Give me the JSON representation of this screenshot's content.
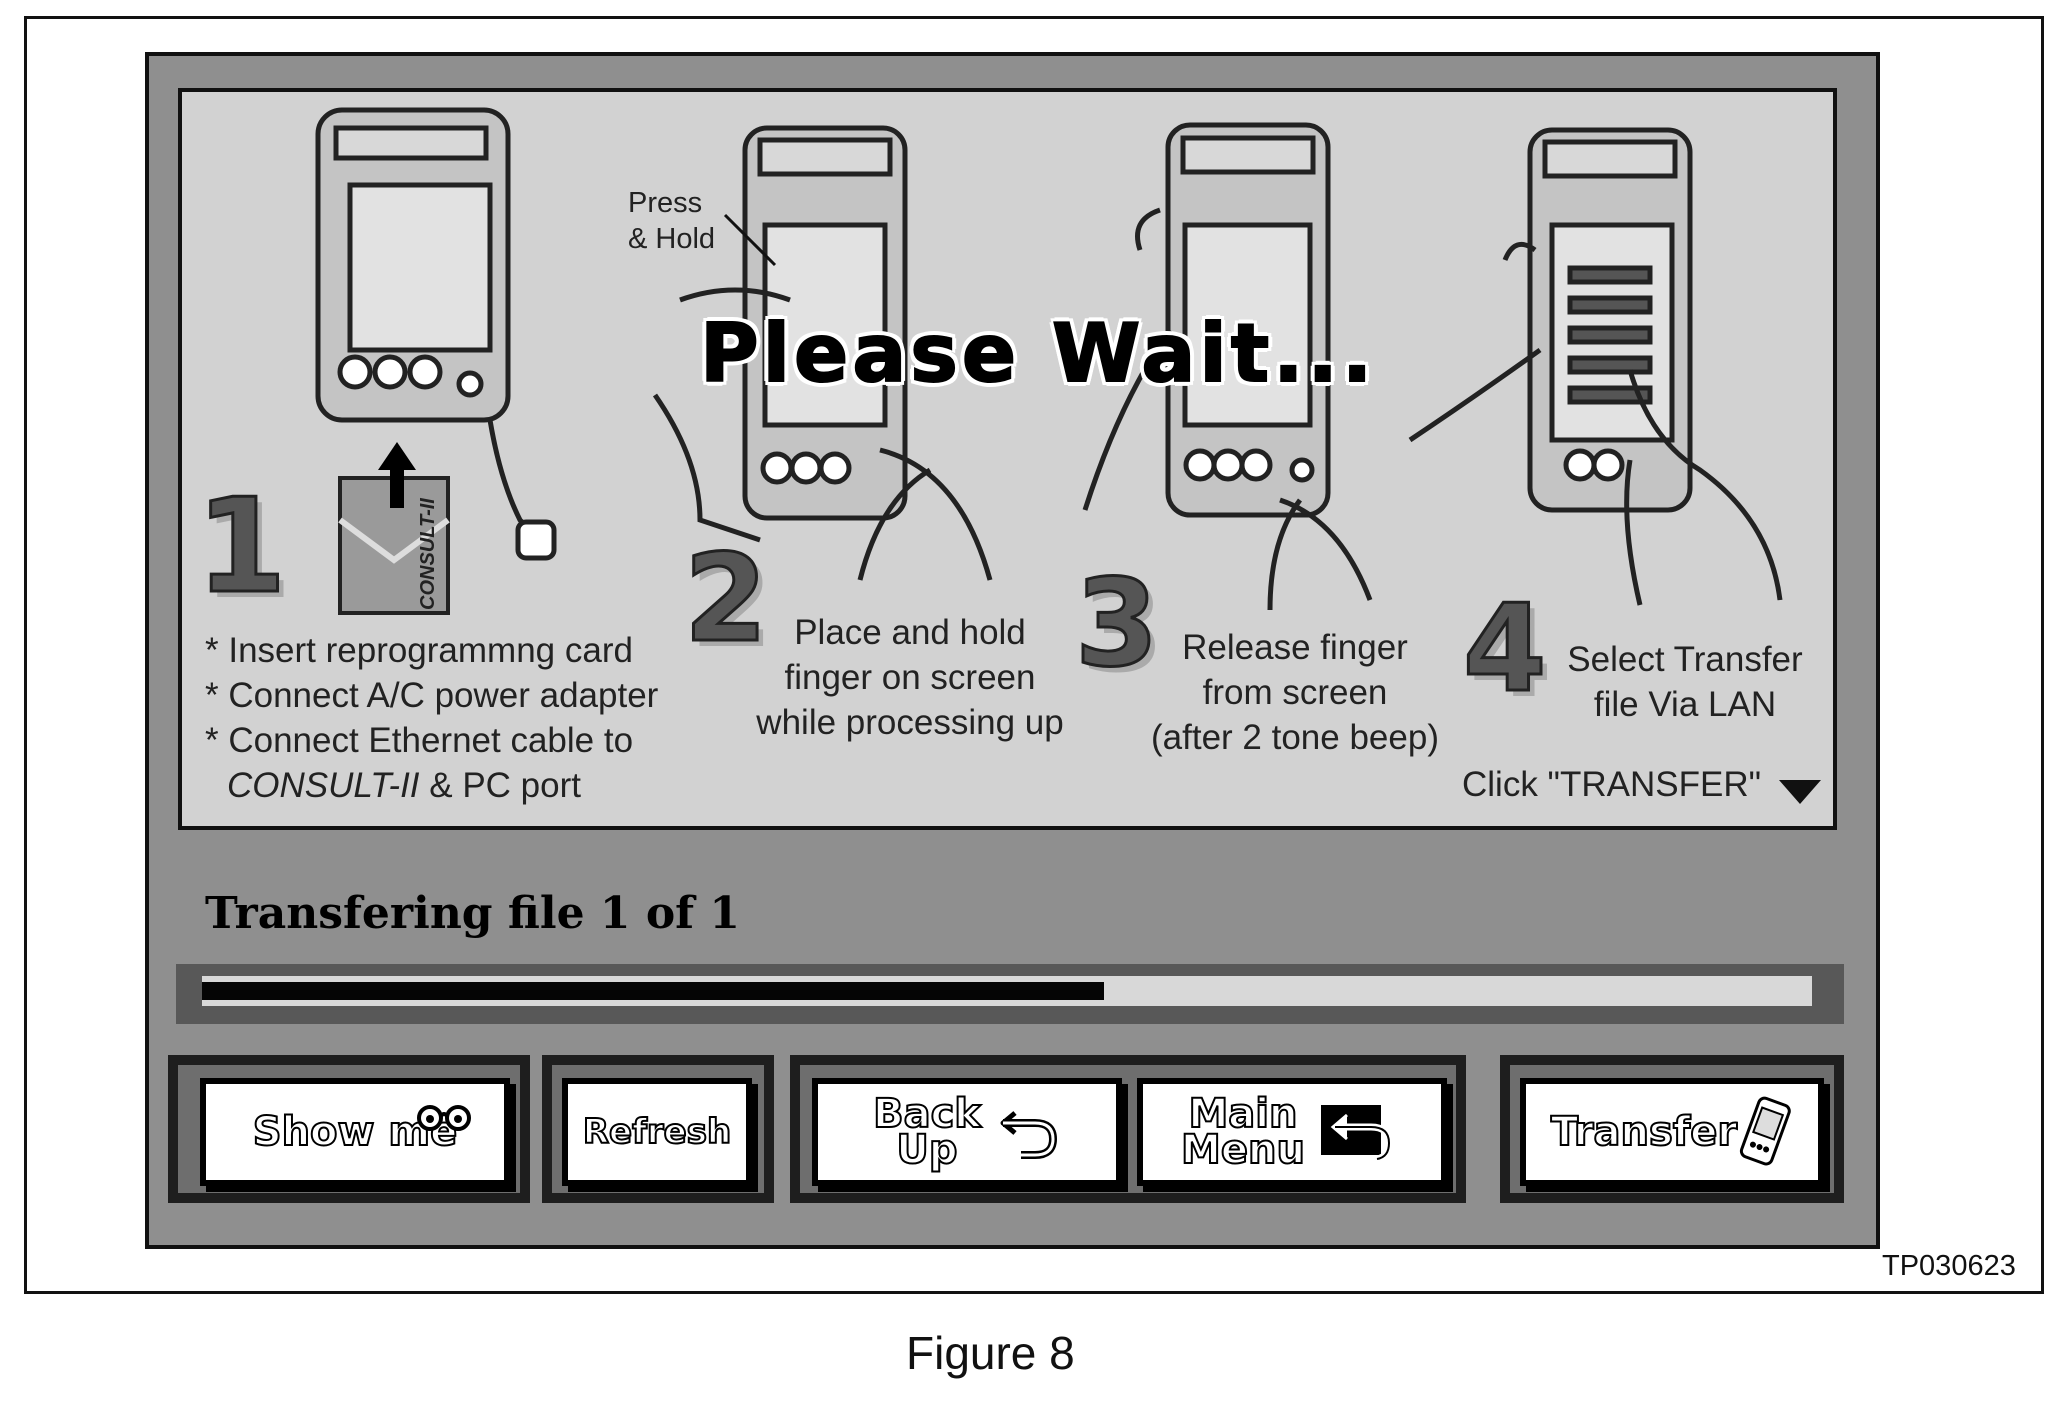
{
  "overlay_message": "Please Wait...",
  "press_hint": {
    "line1": "Press",
    "line2": "& Hold"
  },
  "steps": [
    {
      "number": "1",
      "lines": [
        "* Insert reprogrammng card",
        "* Connect A/C power adapter",
        "* Connect Ethernet cable to"
      ],
      "italic_line": "CONSULT-II",
      "italic_suffix": " & PC port"
    },
    {
      "number": "2",
      "lines": [
        "Place and hold",
        "finger on screen",
        "while processing up"
      ]
    },
    {
      "number": "3",
      "lines": [
        "Release finger",
        "from screen",
        "(after 2 tone beep)"
      ]
    },
    {
      "number": "4",
      "lines": [
        "Select Transfer",
        "file Via LAN"
      ]
    }
  ],
  "card_label": "CONSULT-II",
  "click_hint": "Click \"TRANSFER\"",
  "status_text": "Transfering file 1 of 1",
  "progress": {
    "fraction": 0.56
  },
  "buttons": {
    "show_me": "Show me",
    "refresh": "Refresh",
    "back_up_1": "Back",
    "back_up_2": "Up",
    "main_menu_1": "Main",
    "main_menu_2": "Menu",
    "transfer": "Transfer"
  },
  "figure_code": "TP030623",
  "caption": "Figure 8",
  "icons": {
    "show_me": "eyeglasses-icon",
    "back_up": "back-arrow-icon",
    "main_menu": "return-arrow-icon",
    "transfer": "handheld-device-icon"
  }
}
